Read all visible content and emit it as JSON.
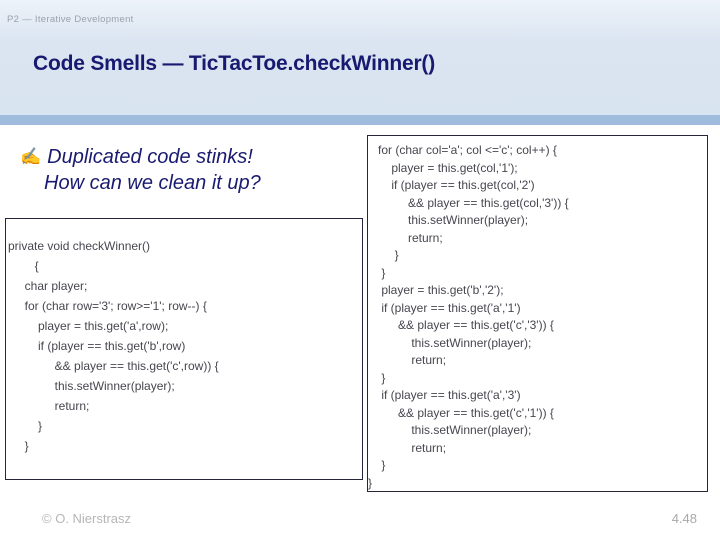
{
  "slide": {
    "header_label": "P2 — Iterative Development",
    "title": "Code Smells — TicTacToe.checkWinner()",
    "bullet": {
      "icon_glyph": "✍",
      "line1": "Duplicated code stinks!",
      "line2": "How can we clean it up?"
    },
    "code_left": {
      "lines": [
        "private void checkWinner()",
        "        {",
        "     char player;",
        "     for (char row='3'; row>='1'; row--) {",
        "         player = this.get('a',row);",
        "         if (player == this.get('b',row)",
        "              && player == this.get('c',row)) {",
        "              this.setWinner(player);",
        "              return;",
        "         }",
        "     }"
      ]
    },
    "code_right": {
      "lines": [
        "   for (char col='a'; col <='c'; col++) {",
        "       player = this.get(col,'1');",
        "       if (player == this.get(col,'2')",
        "            && player == this.get(col,'3')) {",
        "            this.setWinner(player);",
        "            return;",
        "        }",
        "    }",
        "    player = this.get('b','2');",
        "    if (player == this.get('a','1')",
        "         && player == this.get('c','3')) {",
        "             this.setWinner(player);",
        "             return;",
        "    }",
        "    if (player == this.get('a','3')",
        "         && player == this.get('c','1')) {",
        "             this.setWinner(player);",
        "             return;",
        "    }",
        "}"
      ]
    },
    "footer": {
      "copyright": "© O. Nierstrasz",
      "page_number": "4.48"
    },
    "colors": {
      "header_bg": "#dbe5f1",
      "band": "#a0bcdc",
      "title_text": "#191970",
      "bullet_text": "#1a1a70",
      "code_text": "#46464f",
      "box_border": "#26263a",
      "muted_text": "#b6b6b6",
      "header_label_text": "#9aa2ab",
      "body_bg": "#ffffff"
    }
  }
}
